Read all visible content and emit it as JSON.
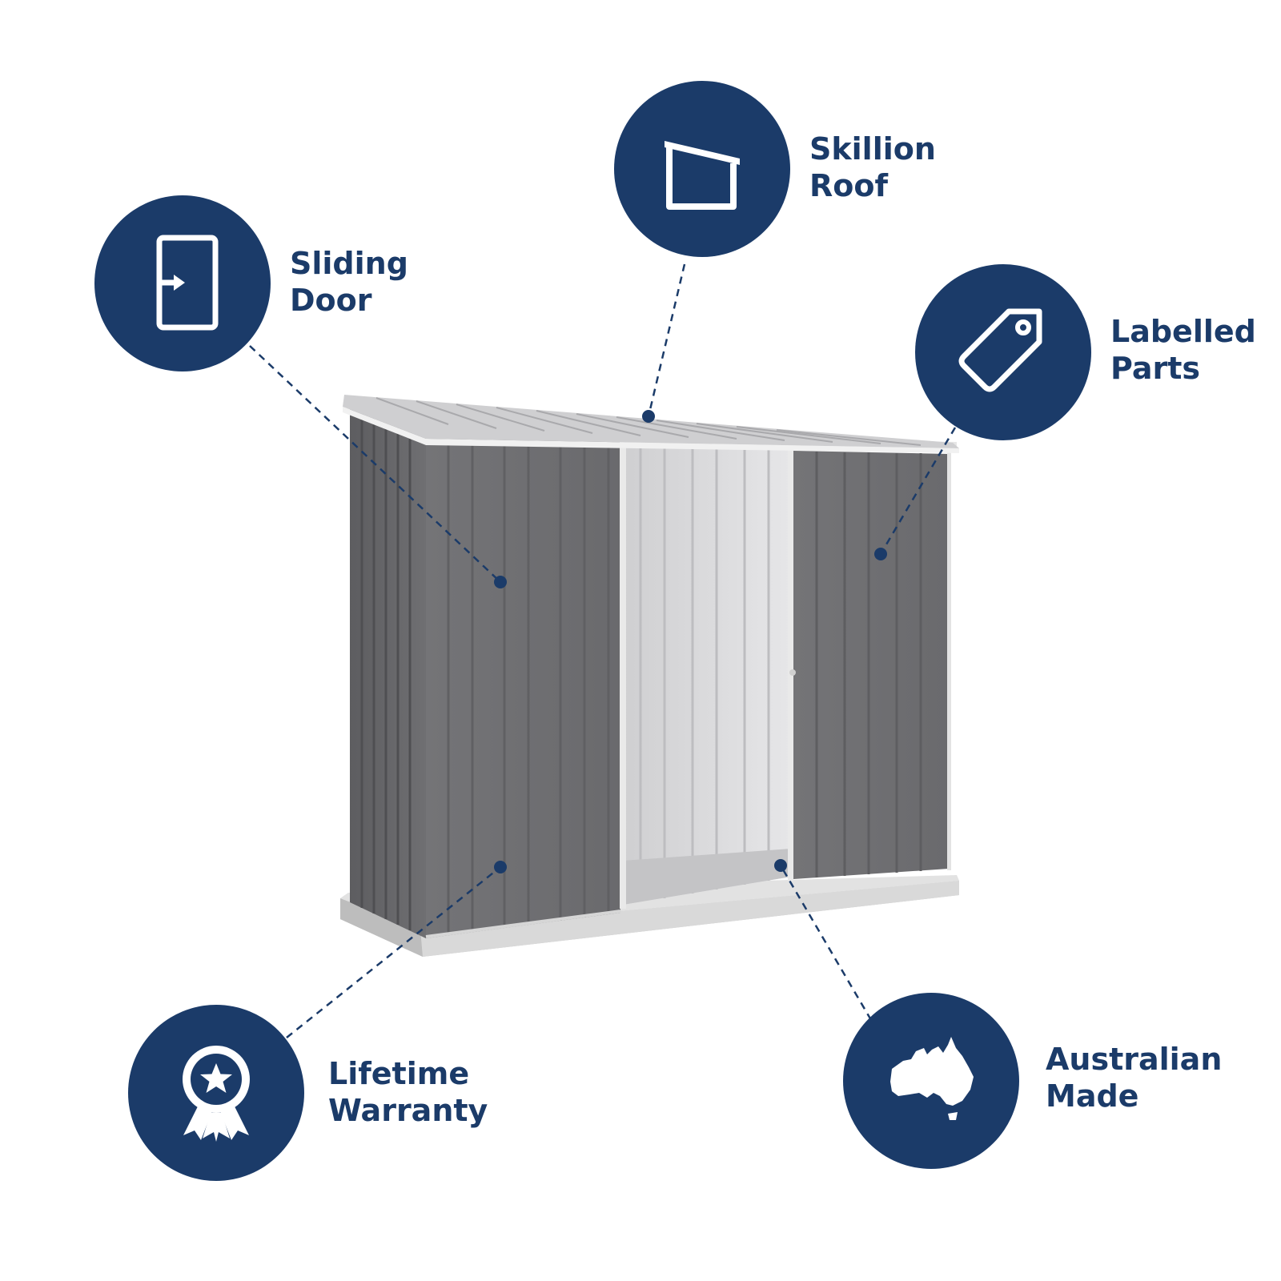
{
  "features": [
    {
      "id": "skillion-roof",
      "icon": "skillion-roof-icon",
      "line1": "Skillion",
      "line2": "Roof"
    },
    {
      "id": "sliding-door",
      "icon": "sliding-door-icon",
      "line1": "Sliding",
      "line2": "Door"
    },
    {
      "id": "labelled-parts",
      "icon": "price-tag-icon",
      "line1": "Labelled",
      "line2": "Parts"
    },
    {
      "id": "lifetime-warranty",
      "icon": "award-ribbon-icon",
      "line1": "Lifetime",
      "line2": "Warranty"
    },
    {
      "id": "australian-made",
      "icon": "australia-map-icon",
      "line1": "Australian",
      "line2": "Made"
    }
  ],
  "colors": {
    "brand_navy": "#1b3b69",
    "shed_grey": "#6e6e70",
    "base_concrete": "#d4d4d4",
    "background": "#ffffff"
  }
}
